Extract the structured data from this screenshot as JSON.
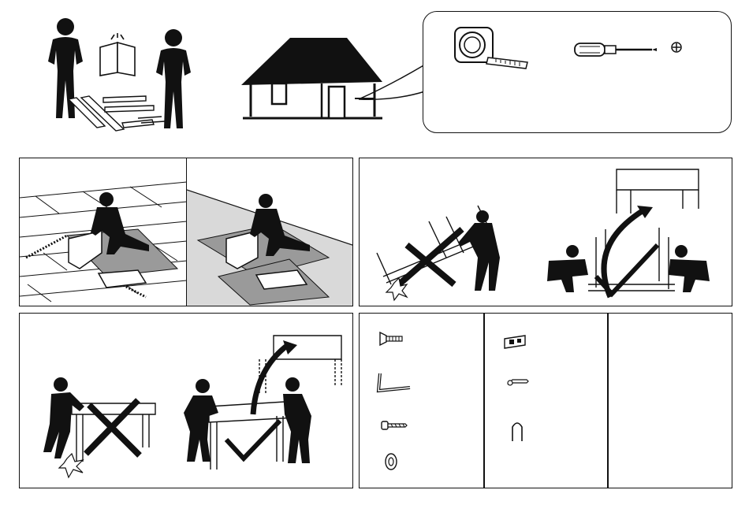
{
  "doc": {
    "header": {
      "people_icon": "two-people-with-instructions-icon",
      "house_icon": "house-icon",
      "tools": [
        "tape-measure-icon",
        "phillips-screwdriver-icon",
        "phillips-head-symbol-icon"
      ]
    },
    "steps": [
      {
        "name": "unpack-on-floor-step",
        "icons": [
          "kneeling-person-icon",
          "floor-mat-icon"
        ]
      },
      {
        "name": "flip-table-step",
        "icons": [
          "drag-table-wrong-icon",
          "lift-table-correct-icon"
        ]
      },
      {
        "name": "move-table-step",
        "icons": [
          "push-table-wrong-icon",
          "carry-table-correct-icon"
        ]
      }
    ],
    "hardware": {
      "col1": [
        "screw-flat-head-icon",
        "allen-key-icon",
        "long-screw-icon",
        "washer-icon"
      ],
      "col2": [
        "connector-bracket-icon",
        "small-screw-icon",
        "hook-icon"
      ],
      "col3": []
    }
  }
}
